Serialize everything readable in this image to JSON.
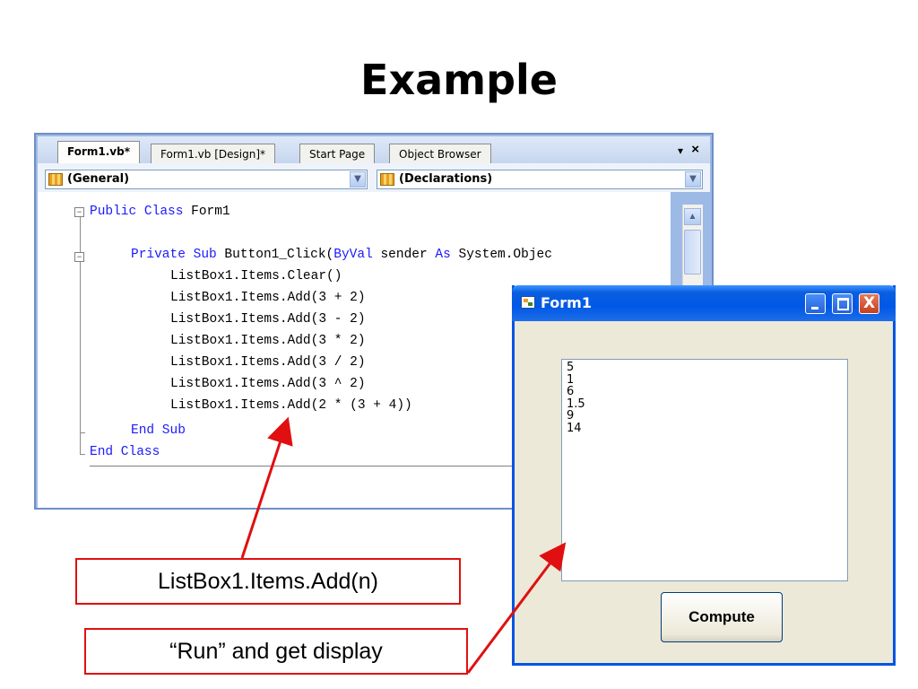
{
  "slide": {
    "title": "Example"
  },
  "ide": {
    "tabs": [
      {
        "label": "Form1.vb*"
      },
      {
        "label": "Form1.vb [Design]*"
      },
      {
        "label": "Start Page"
      },
      {
        "label": "Object Browser"
      }
    ],
    "dropdown_glyph": "▾",
    "close_glyph": "×",
    "left_combo": {
      "value": "(General)"
    },
    "right_combo": {
      "value": "(Declarations)"
    },
    "code": {
      "line1_kw1": "Public",
      "line1_kw2": "Class",
      "line1_rest": " Form1",
      "line2_kw1": "Private",
      "line2_kw2": "Sub",
      "line2_mid": " Button1_Click(",
      "line2_kw3": "ByVal",
      "line2_mid2": " sender ",
      "line2_kw4": "As",
      "line2_rest": " System.Objec",
      "body": [
        "ListBox1.Items.Clear()",
        "ListBox1.Items.Add(3 + 2)",
        "ListBox1.Items.Add(3 - 2)",
        "ListBox1.Items.Add(3 * 2)",
        "ListBox1.Items.Add(3 / 2)",
        "ListBox1.Items.Add(3 ^ 2)",
        "ListBox1.Items.Add(2 * (3 + 4))"
      ],
      "end_sub": "End Sub",
      "end_class": "End Class"
    }
  },
  "form": {
    "title": "Form1",
    "close_glyph": "X",
    "listbox_items": [
      "5",
      "1",
      "6",
      "1.5",
      "9",
      "14"
    ],
    "button_label": "Compute"
  },
  "callouts": {
    "add_method": "ListBox1.Items.Add(n)",
    "run": "“Run” and get display"
  },
  "colors": {
    "keyword": "#1a1aff",
    "callout_border": "#e01010",
    "xp_title": "#0058e6"
  }
}
